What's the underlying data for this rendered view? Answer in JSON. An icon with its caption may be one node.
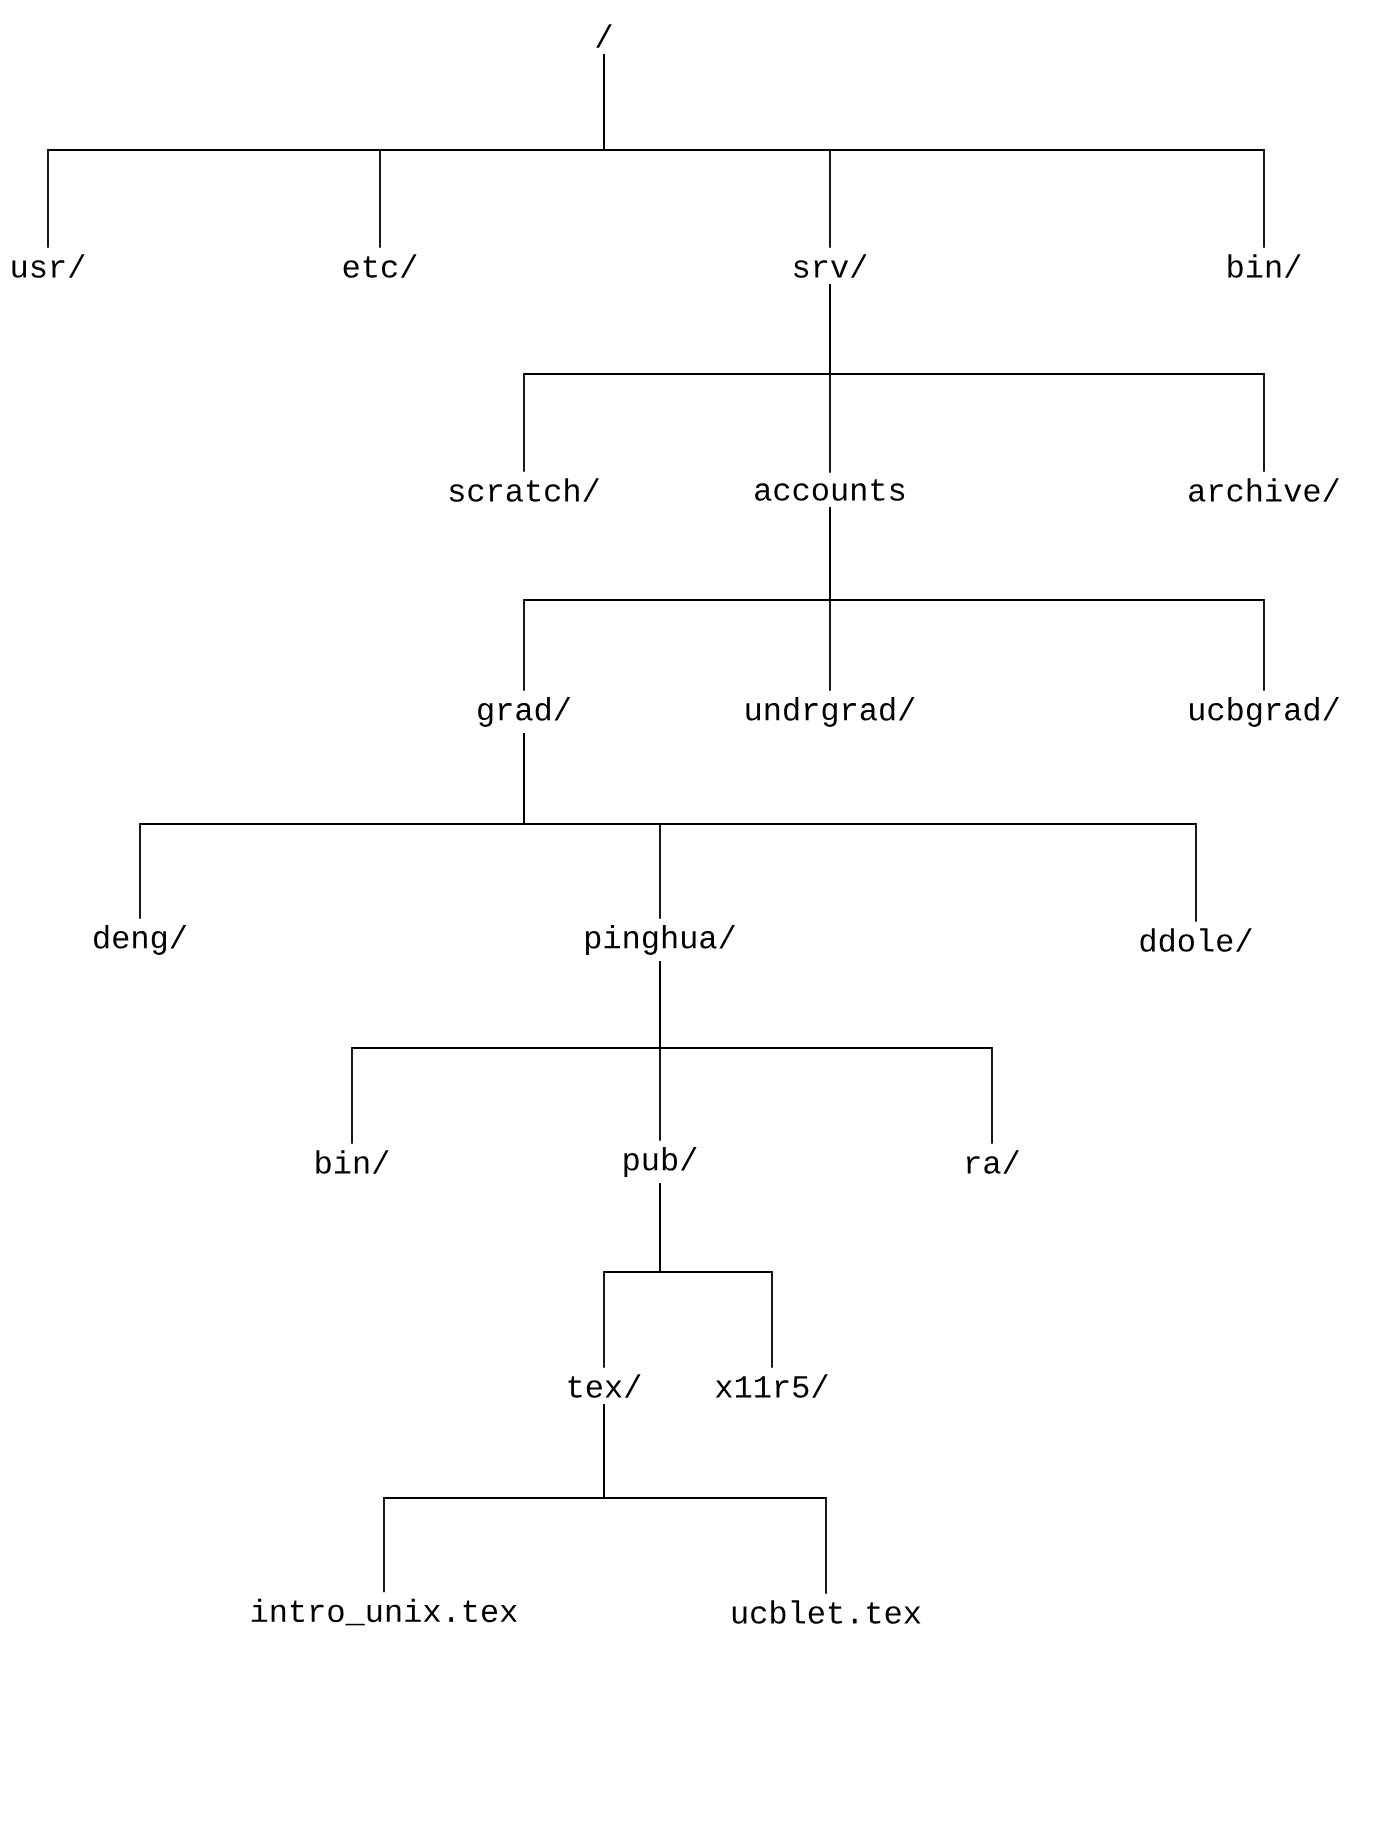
{
  "diagram": {
    "nodes": [
      {
        "text": [
          "/"
        ]
      },
      {
        "text": [
          "usr/"
        ]
      },
      {
        "text": [
          "etc/"
        ]
      },
      {
        "text": [
          "srv/"
        ]
      },
      {
        "text": [
          "bin/"
        ]
      },
      {
        "text": [
          "scratch/"
        ]
      },
      {
        "text": [
          "accounts"
        ]
      },
      {
        "text": [
          "archive/"
        ]
      },
      {
        "text": [
          "grad/"
        ]
      },
      {
        "text": [
          "undrgrad/"
        ]
      },
      {
        "text": [
          "ucbgrad/"
        ]
      },
      {
        "text": [
          "deng/"
        ]
      },
      {
        "text": [
          "pinghua/"
        ]
      },
      {
        "text": [
          "ddole/"
        ]
      },
      {
        "text": [
          "bin/"
        ]
      },
      {
        "text": [
          "pub/"
        ]
      },
      {
        "text": [
          "ra/"
        ]
      },
      {
        "text": [
          "tex/"
        ]
      },
      {
        "text": [
          "x11r5/"
        ]
      },
      {
        "text": [
          "intro_unix.tex"
        ]
      },
      {
        "text": [
          "ucblet.tex"
        ]
      }
    ],
    "edges": [
      {
        "from": 0,
        "to": 1,
        "arrow": "none"
      },
      {
        "from": 0,
        "to": 2,
        "arrow": "none"
      },
      {
        "from": 0,
        "to": 3,
        "arrow": "none"
      },
      {
        "from": 0,
        "to": 4,
        "arrow": "none"
      },
      {
        "from": 3,
        "to": 5,
        "arrow": "none"
      },
      {
        "from": 3,
        "to": 6,
        "arrow": "none"
      },
      {
        "from": 3,
        "to": 7,
        "arrow": "none"
      },
      {
        "from": 6,
        "to": 8,
        "arrow": "none"
      },
      {
        "from": 6,
        "to": 9,
        "arrow": "none"
      },
      {
        "from": 6,
        "to": 10,
        "arrow": "none"
      },
      {
        "from": 8,
        "to": 11,
        "arrow": "none"
      },
      {
        "from": 8,
        "to": 12,
        "arrow": "none"
      },
      {
        "from": 8,
        "to": 13,
        "arrow": "none"
      },
      {
        "from": 12,
        "to": 14,
        "arrow": "none"
      },
      {
        "from": 12,
        "to": 15,
        "arrow": "none"
      },
      {
        "from": 12,
        "to": 16,
        "arrow": "none"
      },
      {
        "from": 15,
        "to": 17,
        "arrow": "none"
      },
      {
        "from": 15,
        "to": 18,
        "arrow": "none"
      },
      {
        "from": 17,
        "to": 19,
        "arrow": "none"
      },
      {
        "from": 17,
        "to": 20,
        "arrow": "none"
      }
    ]
  }
}
